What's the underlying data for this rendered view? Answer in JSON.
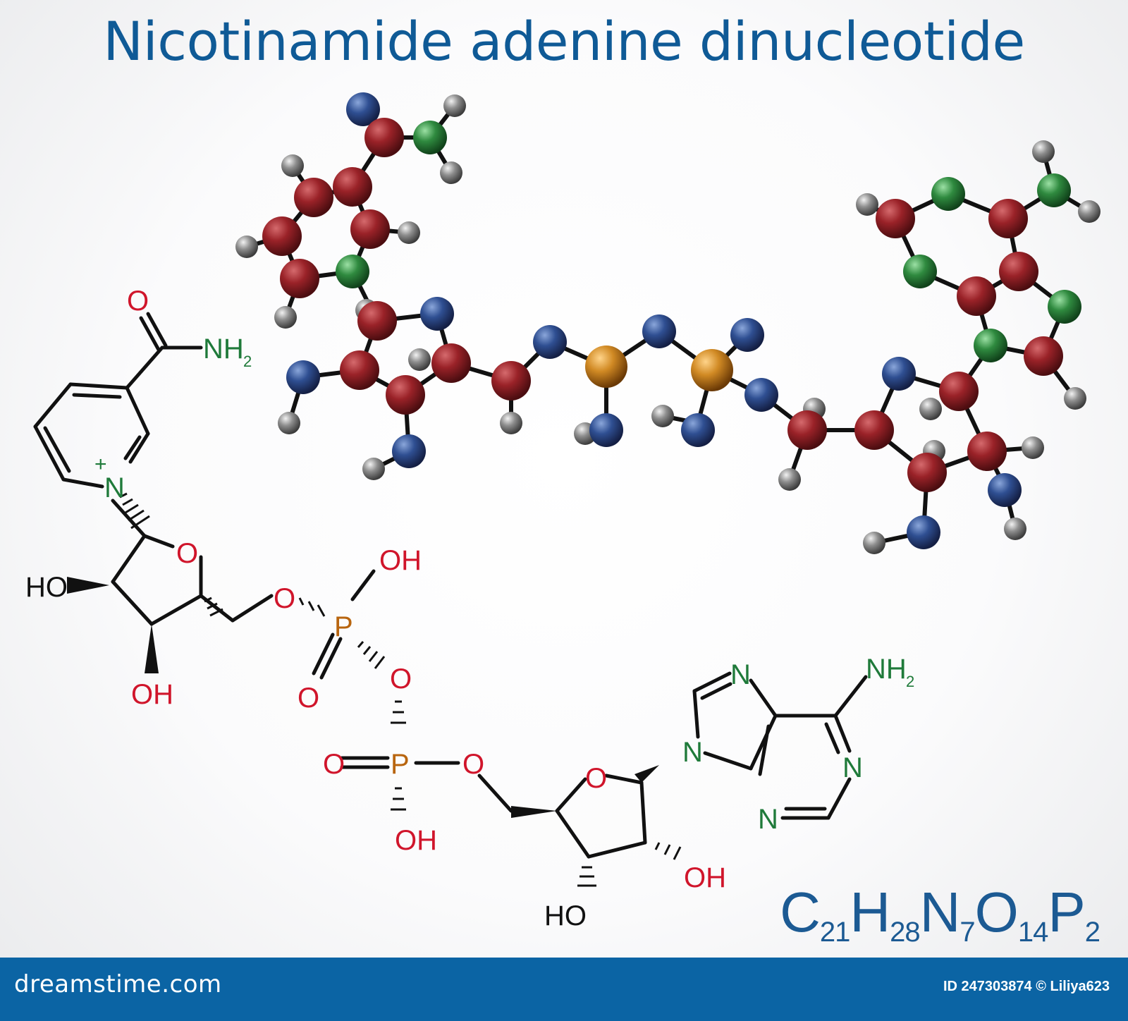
{
  "title": "Nicotinamide adenine dinucleotide",
  "formula": {
    "C": "C",
    "C_n": "21",
    "H": "H",
    "H_n": "28",
    "N": "N",
    "N_n": "7",
    "O": "O",
    "O_n": "14",
    "P": "P",
    "P_n": "2"
  },
  "footer": {
    "brand": "dreamstime.com",
    "photo_id": "ID 247303874 © Liliya623"
  },
  "colors": {
    "title": "#0f5a96",
    "oxygen": "#d0152b",
    "nitrogen": "#1f7a3a",
    "phosphorus": "#b8650f",
    "carbon": "#111111",
    "footer_bg": "#0b64a4",
    "ball_carbon": "#8b1f24",
    "ball_oxygen": "#2c4f8f",
    "ball_nitrogen": "#2f8a3f",
    "ball_phosphorus": "#cf8a22",
    "ball_hydrogen": "#8e8e8e"
  },
  "labels": {
    "amide_O": "O",
    "amide_N": "NH",
    "amide_N_sub": "2",
    "pyridinium_N": "N",
    "pyridinium_charge": "+",
    "ribose1_O": "O",
    "ribose1_HO": "HO",
    "ribose1_OH": "OH",
    "link_O1": "O",
    "P1": "P",
    "P1_OH": "OH",
    "P1_O_dbl": "O",
    "bridge_O": "O",
    "P2": "P",
    "P2_O_dbl": "O",
    "P2_OH": "OH",
    "link_O2": "O",
    "ribose2_O": "O",
    "ribose2_HO": "HO",
    "ribose2_OH": "OH",
    "adenine_N7": "N",
    "adenine_N9": "N",
    "adenine_N1": "N",
    "adenine_N3": "N",
    "adenine_NH": "NH",
    "adenine_NH_sub": "2"
  }
}
